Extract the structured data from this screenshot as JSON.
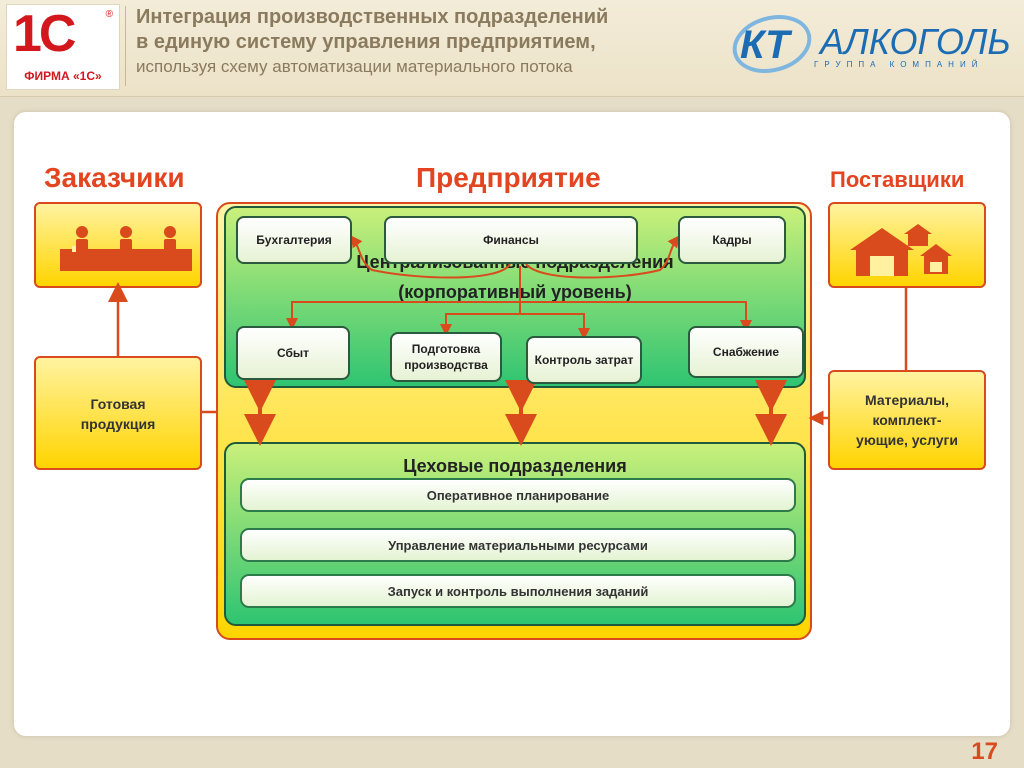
{
  "header": {
    "logo_1c_mark": "1С",
    "logo_1c_reg": "®",
    "logo_1c_text": "ФИРМА «1С»",
    "title_line1": "Интеграция производственных подразделений",
    "title_line2": "в единую систему управления предприятием,",
    "title_line3": "используя схему автоматизации материального потока",
    "logo_kt_mark": "КТ",
    "logo_kt_name": "АЛКОГОЛЬ",
    "logo_kt_sub": "ГРУППА КОМПАНИЙ"
  },
  "headings": {
    "customers": "Заказчики",
    "enterprise": "Предприятие",
    "suppliers": "Поставщики"
  },
  "left": {
    "finished_goods_line1": "Готовая",
    "finished_goods_line2": "продукция"
  },
  "right": {
    "materials_line1": "Материалы,",
    "materials_line2": "комплект-",
    "materials_line3": "ующие, услуги"
  },
  "central": {
    "title_line1": "Централизованные подразделения",
    "title_line2": "(корпоративный уровень)",
    "units": {
      "accounting": "Бухгалтерия",
      "finance": "Финансы",
      "hr": "Кадры",
      "sales": "Сбыт",
      "production_prep": "Подготовка производства",
      "cost_control": "Контроль затрат",
      "supply": "Снабжение"
    }
  },
  "shop": {
    "title": "Цеховые подразделения",
    "rows": [
      "Оперативное планирование",
      "Управление материальными ресурсами",
      "Запуск и контроль выполнения заданий"
    ]
  },
  "slide_number": "17",
  "colors": {
    "accent": "#d94a1d",
    "title_gray": "#8a7a5e",
    "brand_red": "#d2171d",
    "brand_blue": "#1c6cb4",
    "green_dark": "#2b5a3e"
  }
}
